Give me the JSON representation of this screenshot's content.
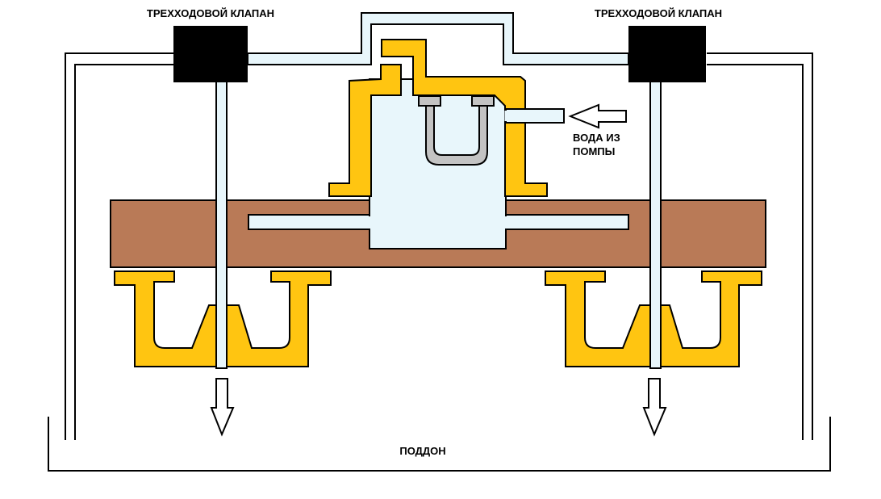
{
  "labels": {
    "valve_left": "ТРЕХХОДОВОЙ КЛАПАН",
    "valve_right": "ТРЕХХОДОВОЙ КЛАПАН",
    "pump_water_line1": "ВОДА ИЗ",
    "pump_water_line2": "ПОМПЫ",
    "tray": "ПОДДОН"
  },
  "colors": {
    "pipe_fill": "#e8f6fb",
    "outline": "#000000",
    "yellow_part": "#ffc511",
    "plate": "#b97a57",
    "heater": "#c3c3c3",
    "valve_body": "#000000"
  }
}
